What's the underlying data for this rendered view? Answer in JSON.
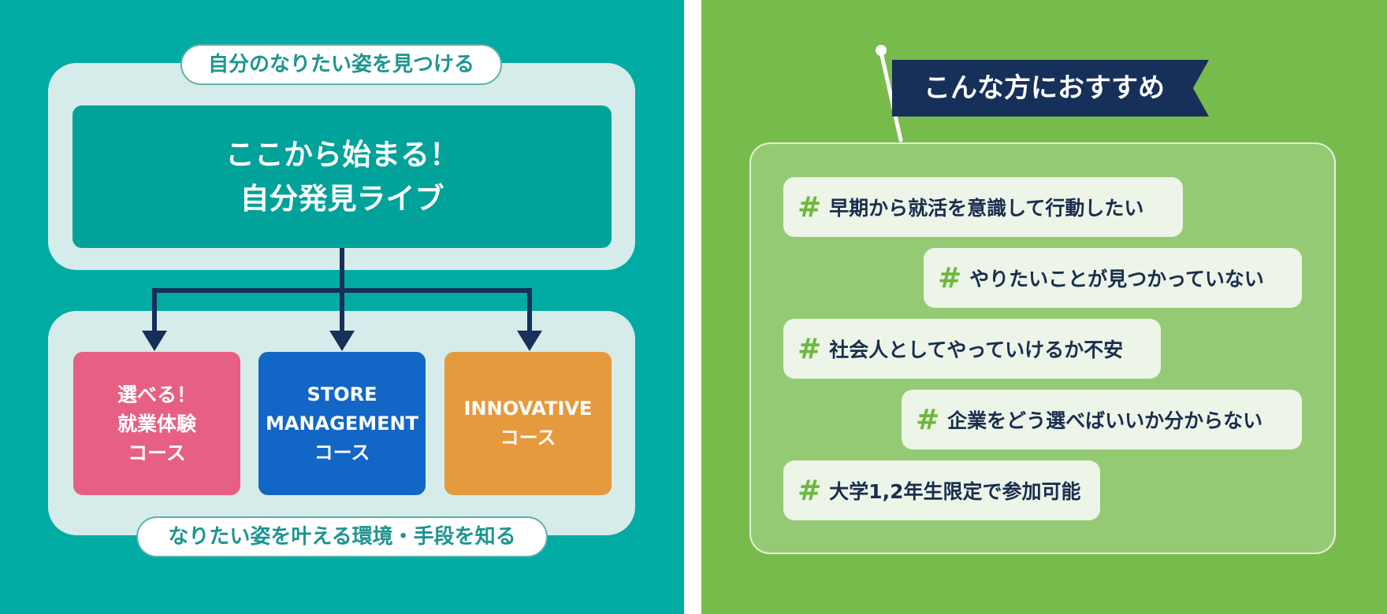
{
  "left_panel": {
    "top_pill": "自分のなりたい姿を見つける",
    "hero_line1": "ここから始まる！",
    "hero_line2": "自分発見ライブ",
    "courses": [
      {
        "lines": [
          "選べる！",
          "就業体験",
          "コース"
        ],
        "color": "#e75f82"
      },
      {
        "lines": [
          "STORE",
          "MANAGEMENT",
          "コース"
        ],
        "color": "#1266c5"
      },
      {
        "lines": [
          "INNOVATIVE",
          "コース"
        ],
        "color": "#e69a3e"
      }
    ],
    "bottom_pill": "なりたい姿を叶える環境・手段を知る",
    "background_color": "#00aba3",
    "arrow_color": "#16305a"
  },
  "right_panel": {
    "banner": "こんな方におすすめ",
    "hash_symbol": "#",
    "tags": [
      "早期から就活を意識して行動したい",
      "やりたいことが見つかっていない",
      "社会人としてやっていけるか不安",
      "企業をどう選べばいいか分からない",
      "大学1,2年生限定で参加可能"
    ],
    "background_color": "#78bb4d",
    "banner_color": "#16305a",
    "hash_color": "#6cb93c"
  }
}
